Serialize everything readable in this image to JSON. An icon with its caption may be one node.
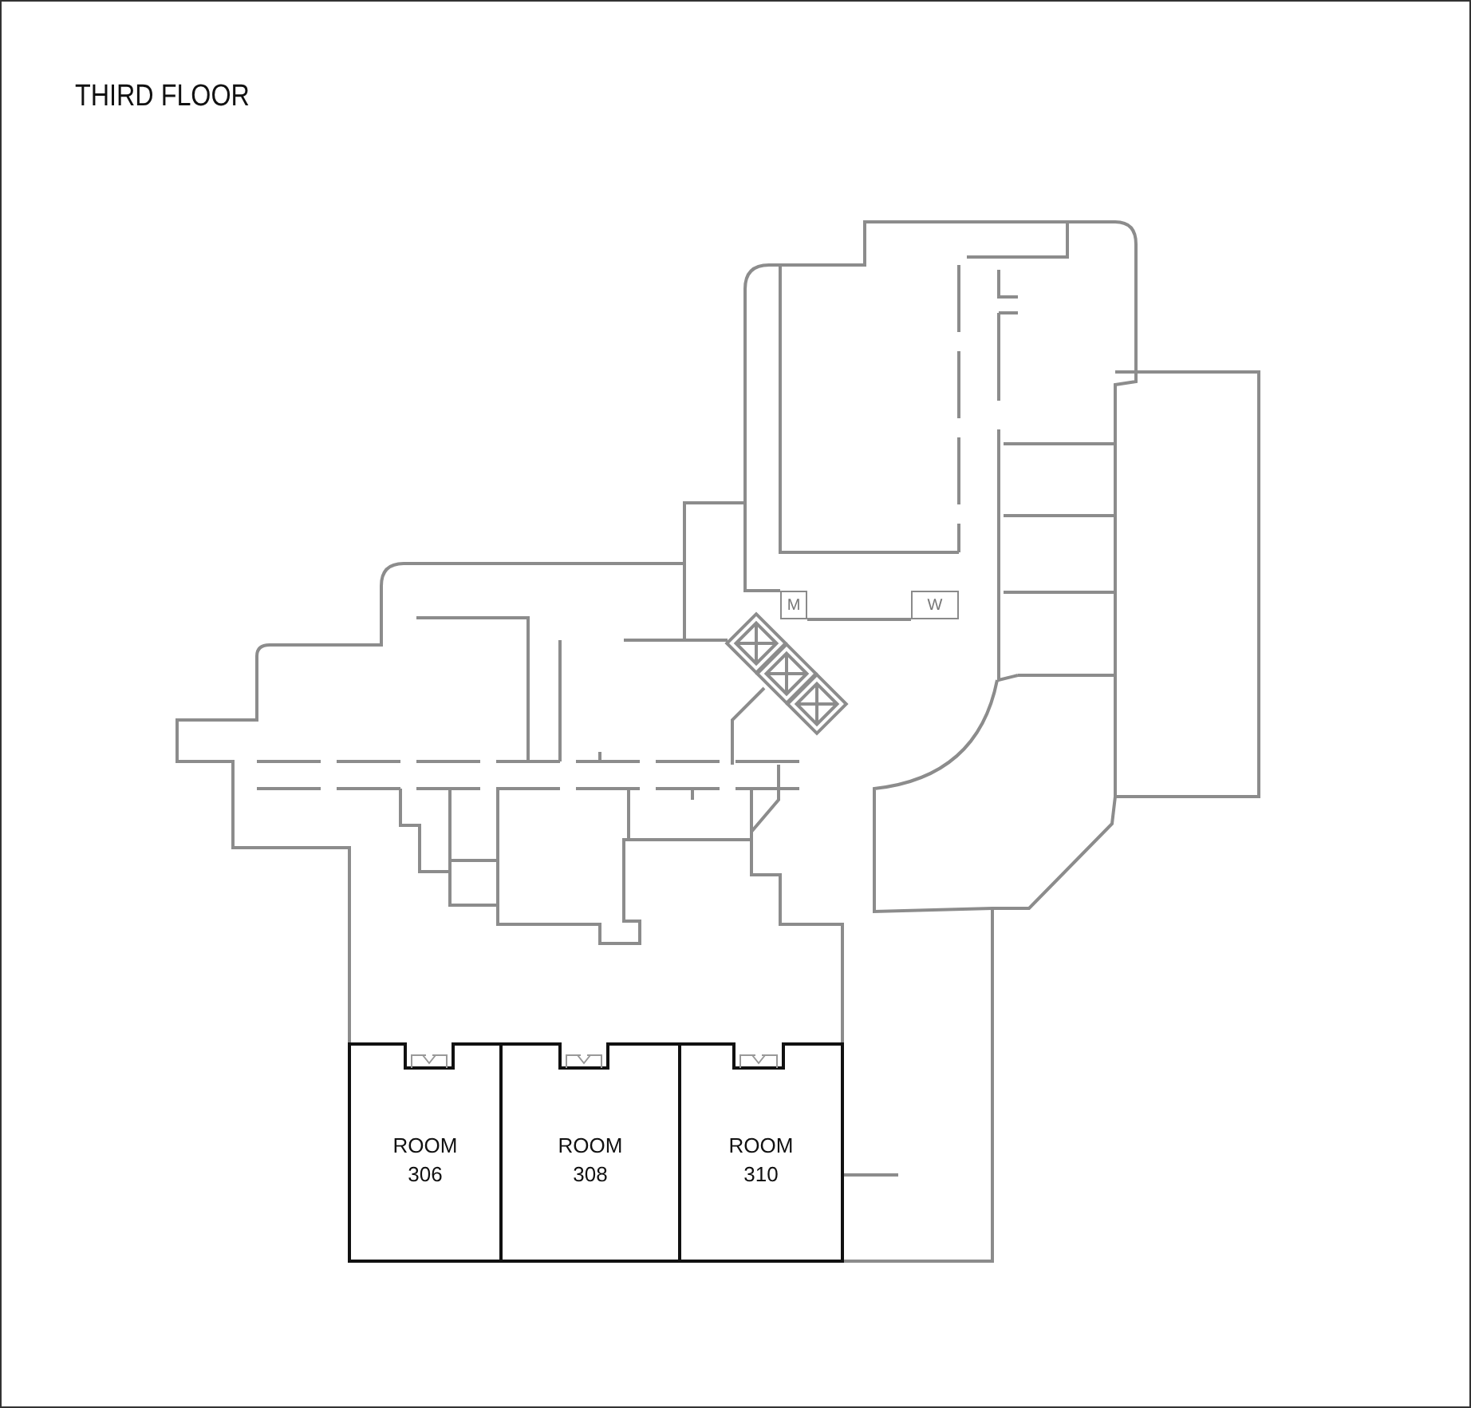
{
  "diagram": {
    "title": "THIRD FLOOR",
    "nodes": [
      {
        "text": [
          "M"
        ]
      },
      {
        "text": [
          "W"
        ]
      },
      {
        "text": [
          "ROOM 306"
        ]
      },
      {
        "text": [
          "ROOM 308"
        ]
      },
      {
        "text": [
          "ROOM 310"
        ]
      }
    ]
  }
}
